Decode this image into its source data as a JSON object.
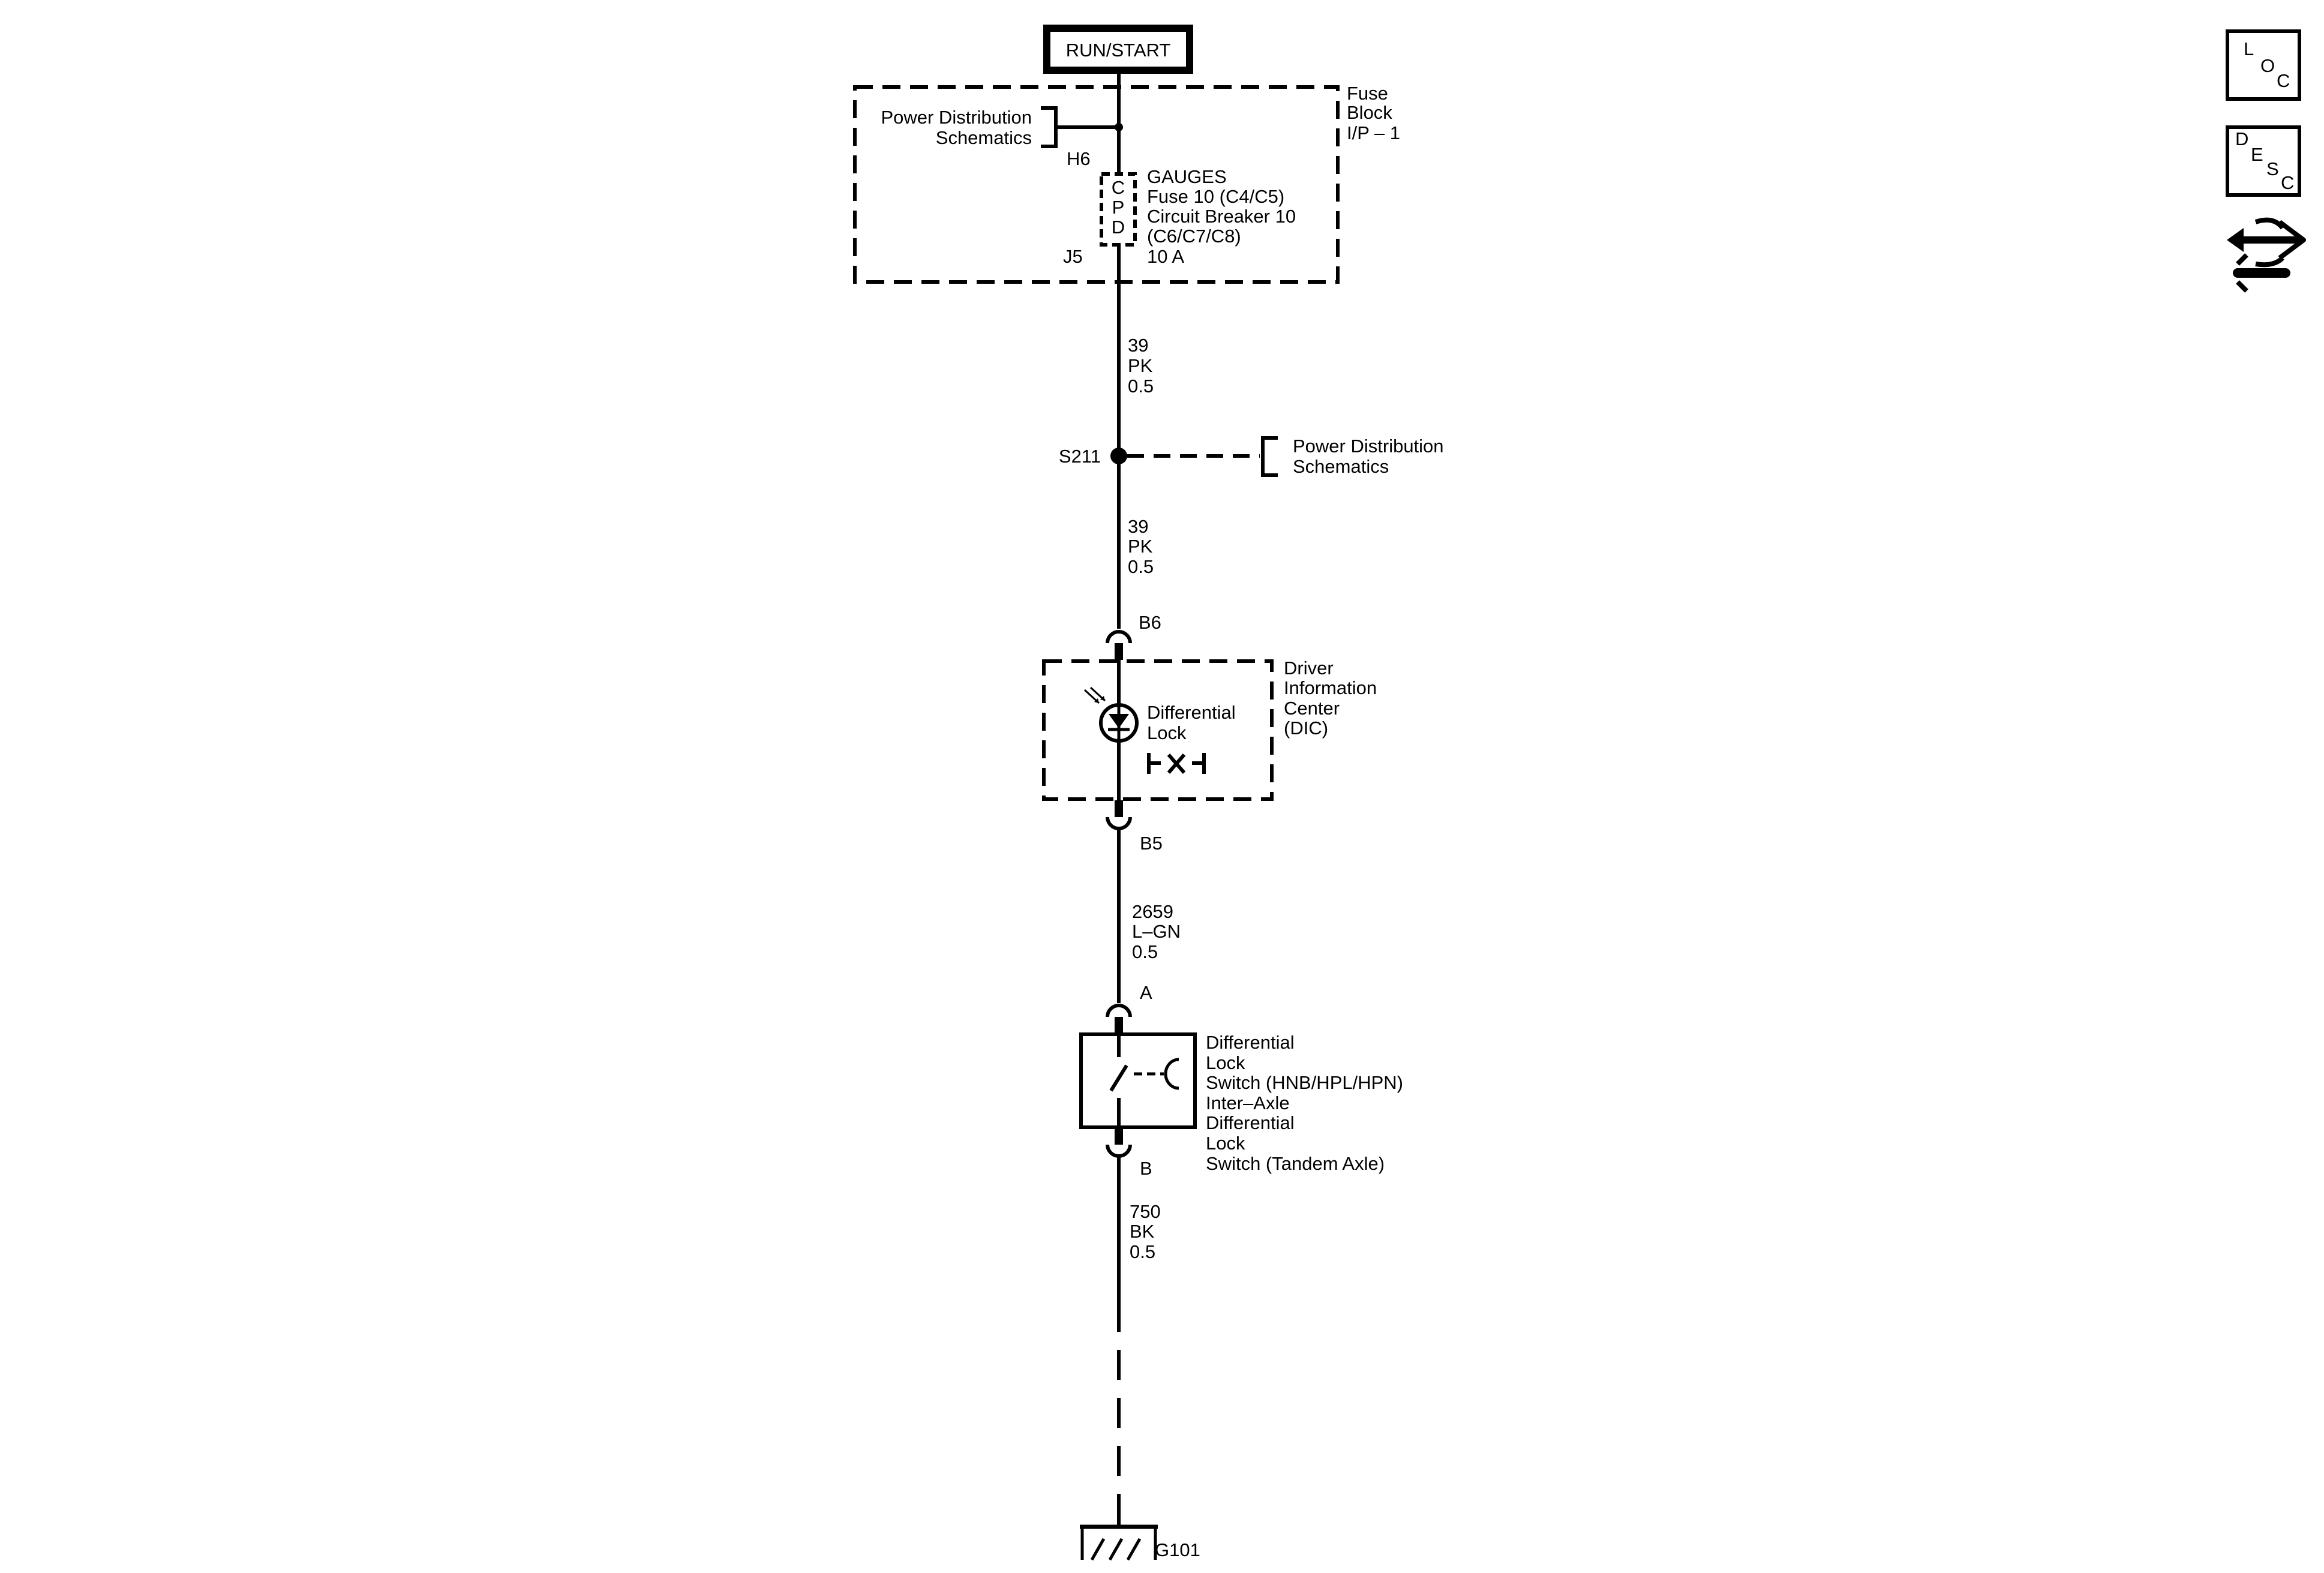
{
  "power_source": "RUN/START",
  "fuse_block": {
    "name": [
      "Fuse",
      "Block",
      "I/P – 1"
    ],
    "power_ref": [
      "Power Distribution",
      "Schematics"
    ],
    "pin_in": "H6",
    "pin_out": "J5",
    "cpd_letters": [
      "C",
      "P",
      "D"
    ],
    "fuse_desc": [
      "GAUGES",
      "Fuse 10 (C4/C5)",
      "Circuit Breaker 10",
      "(C6/C7/C8)",
      "10 A"
    ]
  },
  "wires": {
    "w1": [
      "39",
      "PK",
      "0.5"
    ],
    "w2": [
      "39",
      "PK",
      "0.5"
    ],
    "w3": [
      "2659",
      "L–GN",
      "0.5"
    ],
    "w4": [
      "750",
      "BK",
      "0.5"
    ]
  },
  "splice": {
    "id": "S211",
    "ref": [
      "Power Distribution",
      "Schematics"
    ]
  },
  "dic": {
    "pin_top": "B6",
    "pin_bottom": "B5",
    "name": [
      "Driver",
      "Information",
      "Center",
      "(DIC)"
    ],
    "indicator": [
      "Differential",
      "Lock"
    ]
  },
  "switch": {
    "pin_top": "A",
    "pin_bottom": "B",
    "name": [
      "Differential",
      "Lock",
      "Switch (HNB/HPL/HPN)",
      "Inter–Axle",
      "Differential",
      "Lock",
      "Switch (Tandem Axle)"
    ]
  },
  "ground": {
    "id": "G101"
  },
  "side_buttons": {
    "loc": [
      "L",
      "O",
      "C"
    ],
    "desc": [
      "D",
      "E",
      "S",
      "C"
    ],
    "nav_icon": "component-swap-icon"
  }
}
